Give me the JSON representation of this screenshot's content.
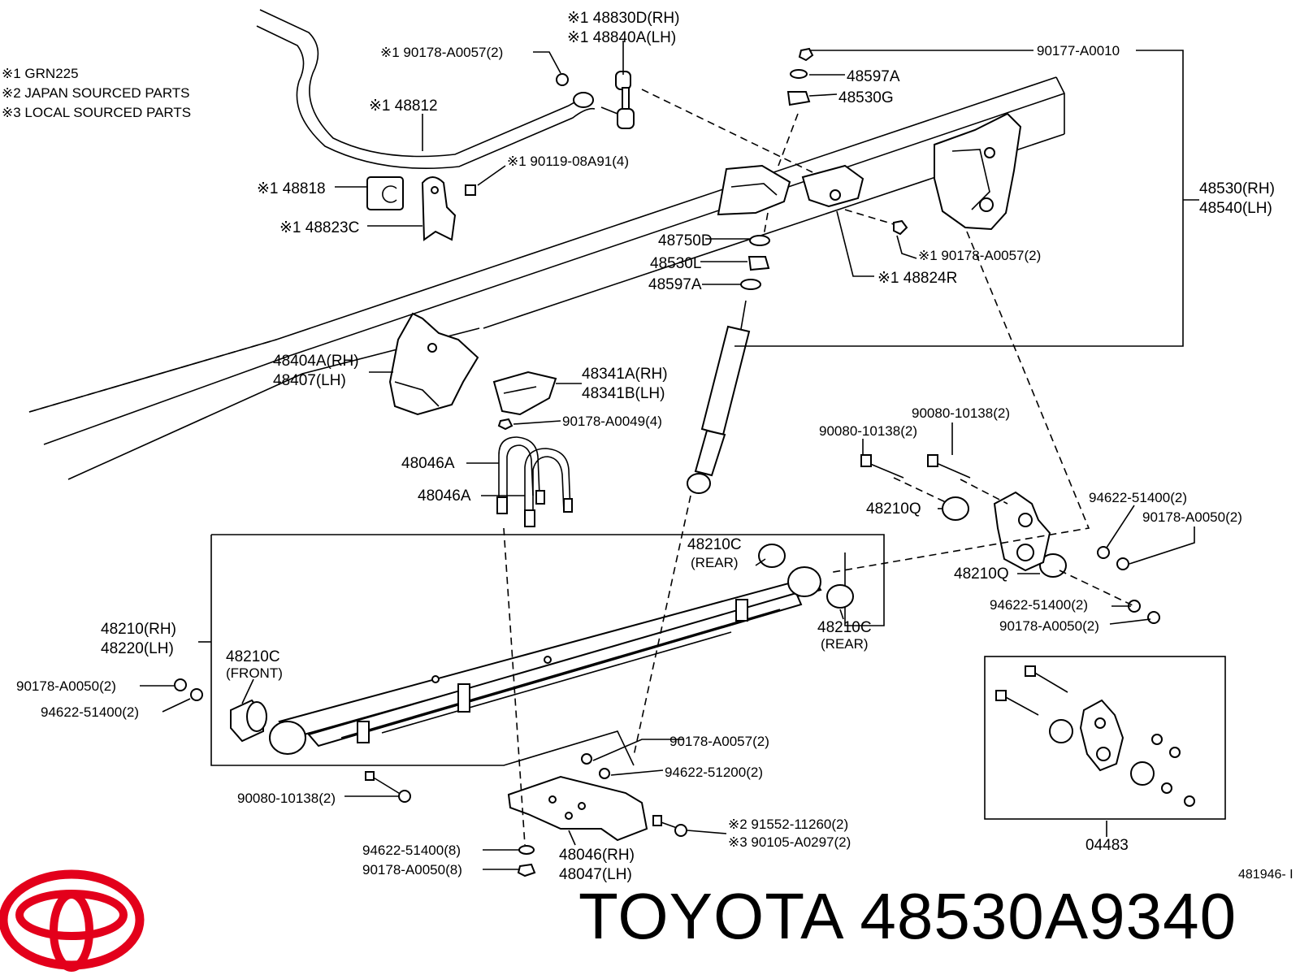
{
  "notes": [
    "※1 GRN225",
    "※2 JAPAN SOURCED PARTS",
    "※3 LOCAL SOURCED PARTS"
  ],
  "labels": {
    "l48830d": "※1 48830D(RH)",
    "l48840a": "※1 48840A(LH)",
    "l90178a0057_top": "※1 90178-A0057(2)",
    "l48812": "※1 48812",
    "l48818": "※1 48818",
    "l90119": "※1 90119-08A91(4)",
    "l48823c": "※1 48823C",
    "l90177": "90177-A0010",
    "l48597a_top": "48597A",
    "l48530g": "48530G",
    "l48530rh": "48530(RH)",
    "l48540lh": "48540(LH)",
    "l48750d": "48750D",
    "l48530l": "48530L",
    "l48597a_mid": "48597A",
    "l90178a0057_right": "※1 90178-A0057(2)",
    "l48824r": "※1 48824R",
    "l48404a": "48404A(RH)",
    "l48407": "48407(LH)",
    "l48341a": "48341A(RH)",
    "l48341b": "48341B(LH)",
    "l90178a0049": "90178-A0049(4)",
    "l48046a_1": "48046A",
    "l48046a_2": "48046A",
    "l90080_a": "90080-10138(2)",
    "l90080_b": "90080-10138(2)",
    "l48210q_1": "48210Q",
    "l48210q_2": "48210Q",
    "l94622_51400_r": "94622-51400(2)",
    "l90178_a0050_r": "90178-A0050(2)",
    "l94622_51400_r2": "94622-51400(2)",
    "l90178_a0050_r2": "90178-A0050(2)",
    "l48210c_rear1": "48210C",
    "l48210c_rear1_sub": "(REAR)",
    "l48210c_rear2": "48210C",
    "l48210c_rear2_sub": "(REAR)",
    "l48210rh": "48210(RH)",
    "l48220lh": "48220(LH)",
    "l48210c_front": "48210C",
    "l48210c_front_sub": "(FRONT)",
    "l90178_a0050_l": "90178-A0050(2)",
    "l94622_51400_l": "94622-51400(2)",
    "l90178_a0057_b": "90178-A0057(2)",
    "l94622_51200": "94622-51200(2)",
    "l90080_c": "90080-10138(2)",
    "l91552": "※2  91552-11260(2)",
    "l90105": "※3  90105-A0297(2)",
    "l94622_51400_8": "94622-51400(8)",
    "l90178_a0050_8": "90178-A0050(8)",
    "l48046rh": "48046(RH)",
    "l48047lh": "48047(LH)",
    "l04483": "04483"
  },
  "doc_code": "481946- I",
  "brand_title": "TOYOTA 48530A9340",
  "logo_color": "#e3001b"
}
